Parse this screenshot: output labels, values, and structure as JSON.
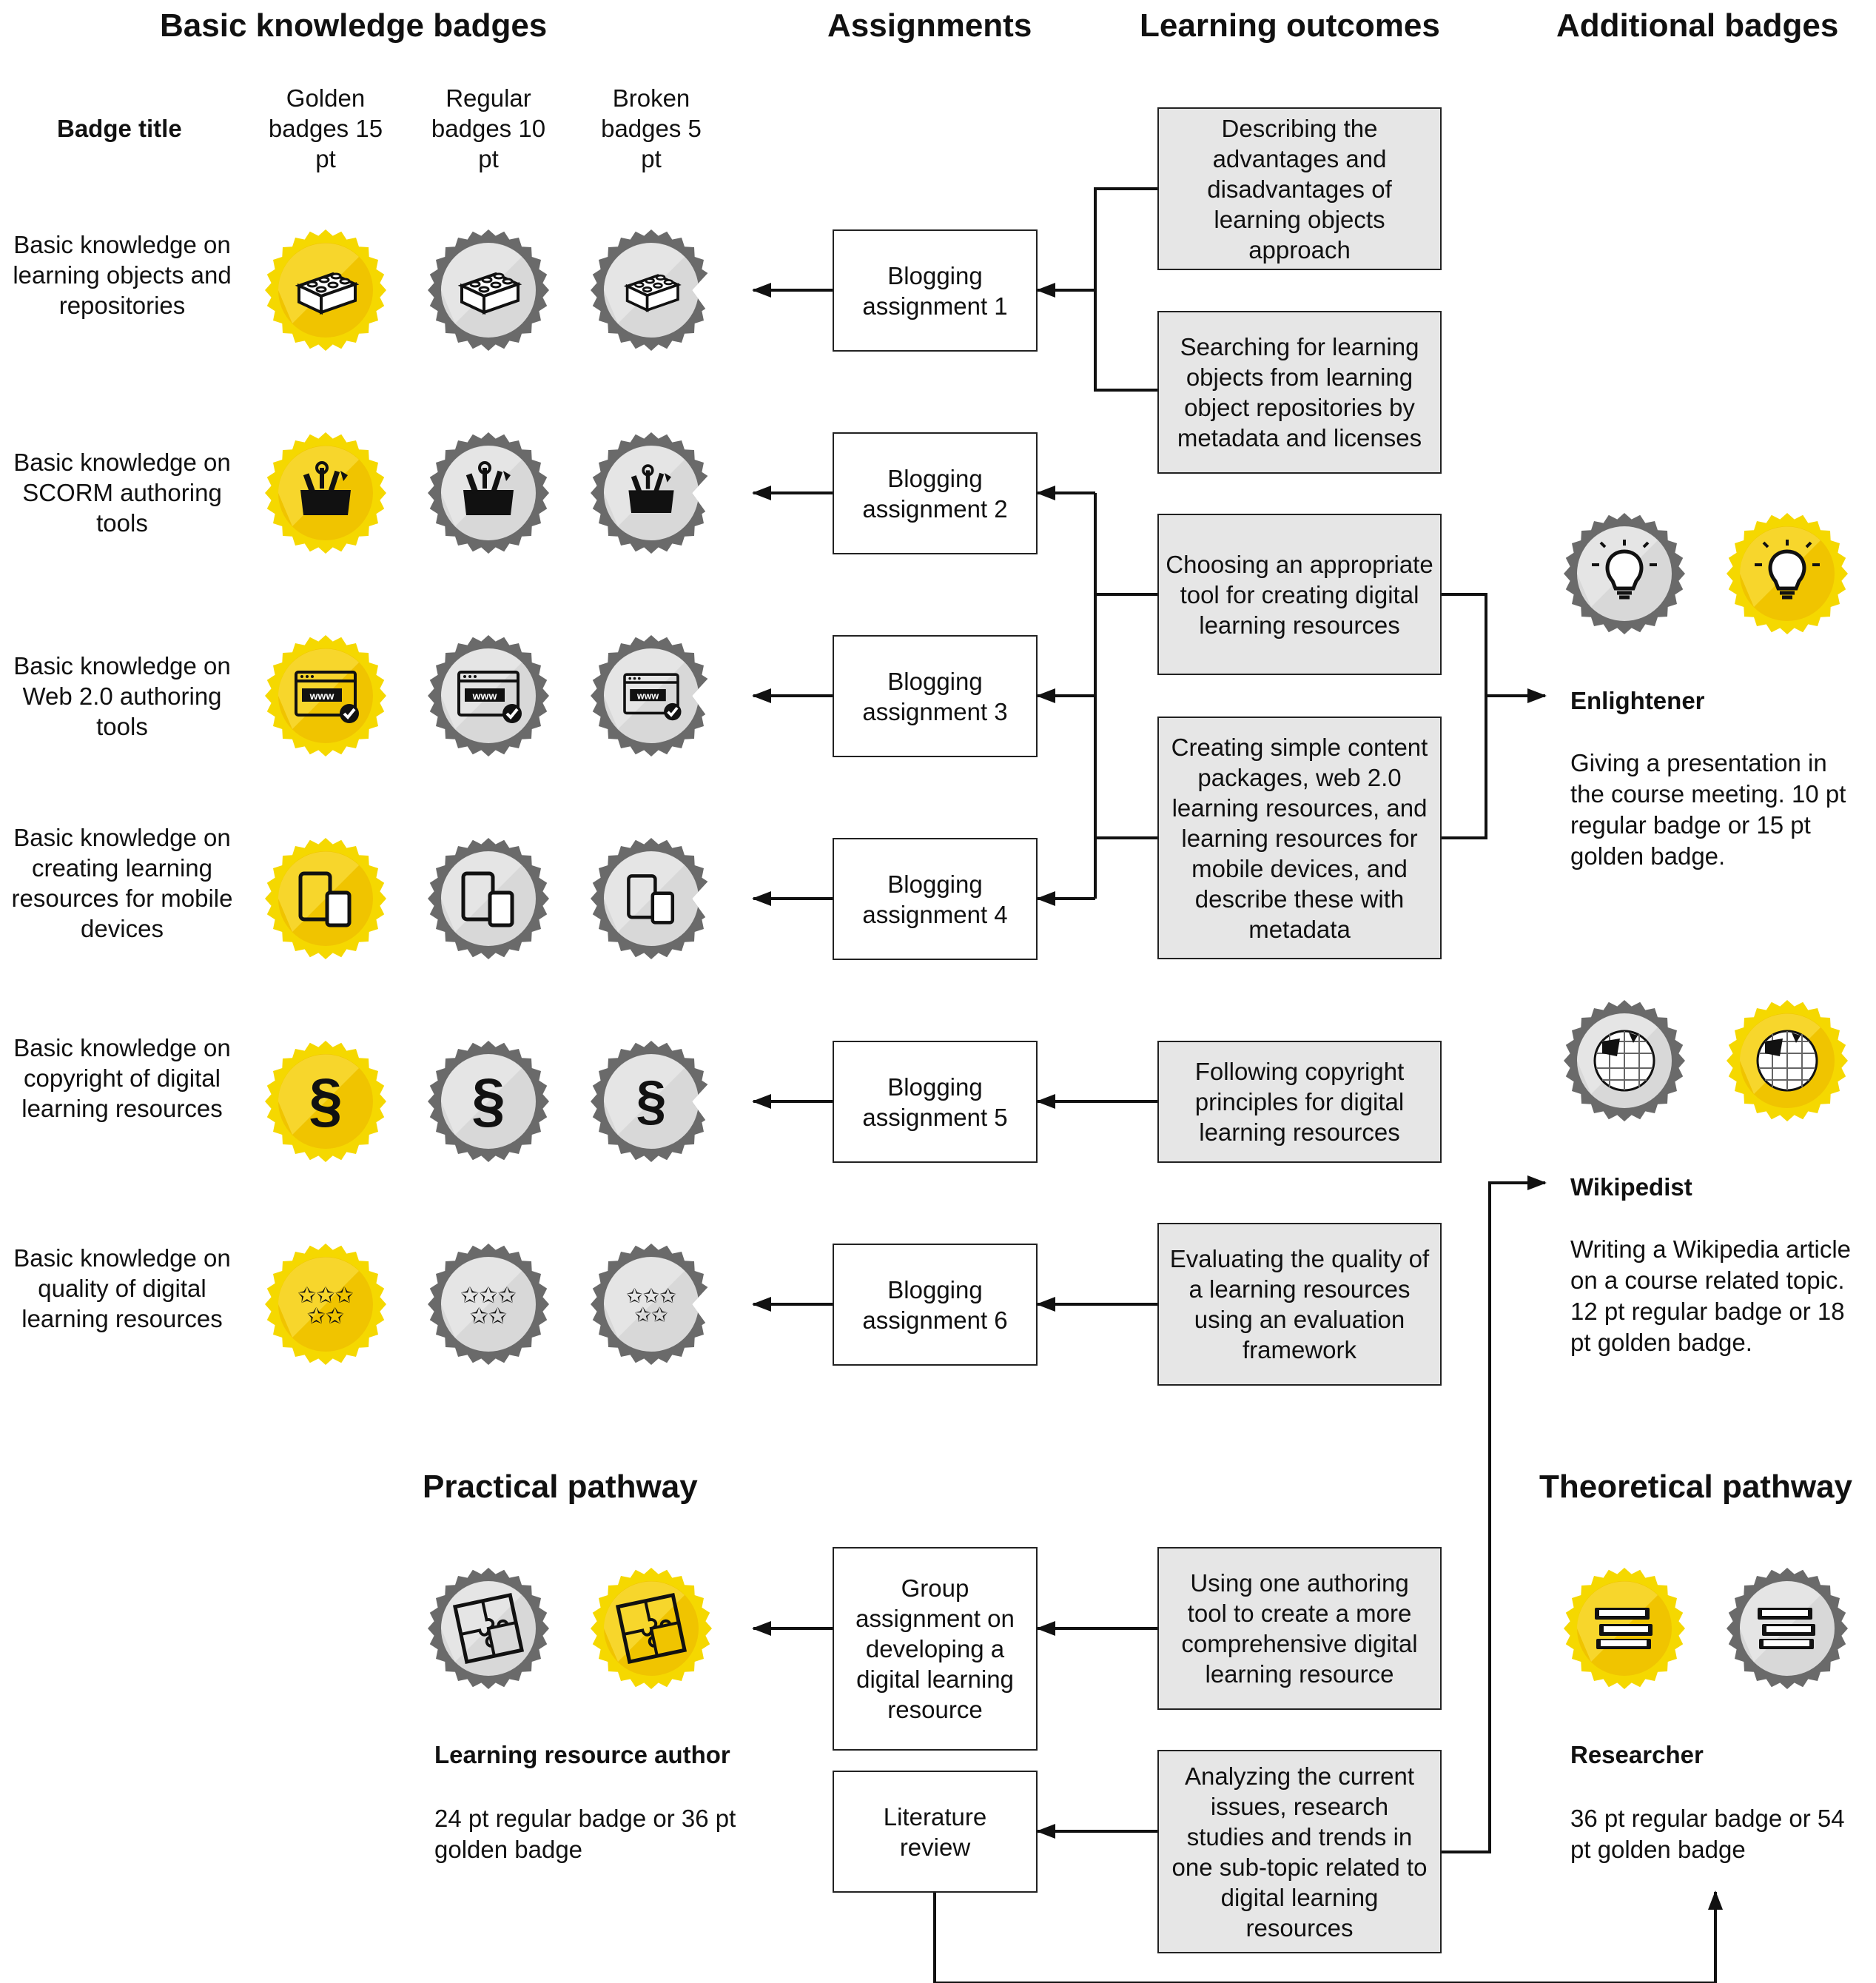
{
  "headings": {
    "basic": "Basic knowledge badges",
    "assignments": "Assignments",
    "outcomes": "Learning outcomes",
    "additional": "Additional badges",
    "practical": "Practical pathway",
    "theoretical": "Theoretical pathway"
  },
  "columns": {
    "badge_title": "Badge title",
    "golden": "Golden badges 15 pt",
    "regular": "Regular badges 10 pt",
    "broken": "Broken badges 5 pt"
  },
  "rows": [
    {
      "label": "Basic knowledge on learning objects and repositories",
      "icon": "lego-brick-icon"
    },
    {
      "label": "Basic knowledge on SCORM authoring tools",
      "icon": "toolbox-icon"
    },
    {
      "label": "Basic knowledge on Web 2.0 authoring tools",
      "icon": "www-browser-icon"
    },
    {
      "label": "Basic knowledge on creating learning resources for mobile devices",
      "icon": "mobile-devices-icon"
    },
    {
      "label": "Basic knowledge on copyright of digital learning resources",
      "icon": "section-sign-icon"
    },
    {
      "label": "Basic knowledge on quality of digital learning resources",
      "icon": "stars-icon"
    }
  ],
  "assignments": [
    "Blogging assignment 1",
    "Blogging assignment 2",
    "Blogging assignment 3",
    "Blogging assignment 4",
    "Blogging assignment 5",
    "Blogging assignment 6",
    "Group assignment on developing a digital learning resource",
    "Literature review"
  ],
  "outcomes": [
    "Describing the advantages and disadvantages of learning objects approach",
    "Searching for learning objects from learning object repositories by metadata and licenses",
    "Choosing an appropriate tool for creating digital learning resources",
    "Creating simple content packages, web 2.0 learning resources, and learning resources for mobile devices, and describe these with metadata",
    "Following copyright principles for digital learning resources",
    "Evaluating the quality of a learning resources using an evaluation framework",
    "Using one authoring tool to create a more comprehensive digital learning resource",
    "Analyzing the current issues, research studies and trends in one sub-topic related to digital learning resources"
  ],
  "additional_badges": [
    {
      "title": "Enlightener",
      "description": "Giving a presentation in the course meeting. 10 pt regular badge or 15 pt golden badge.",
      "icon": "lightbulb-icon"
    },
    {
      "title": "Wikipedist",
      "description": "Writing a Wikipedia article on a course related topic. 12 pt regular badge or 18 pt golden badge.",
      "icon": "wikipedia-globe-icon"
    }
  ],
  "pathway_badges": [
    {
      "title": "Learning resource author",
      "description": "24 pt regular badge or 36 pt golden badge",
      "icon": "puzzle-icon"
    },
    {
      "title": "Researcher",
      "description": "36 pt regular badge or 54 pt golden badge",
      "icon": "books-icon"
    }
  ],
  "colors": {
    "gold": "#f5d800",
    "gold_dark": "#f0c400",
    "gray": "#6a6a6a",
    "silver": "#d8d8d8",
    "outcome_fill": "#e6e6e6"
  }
}
